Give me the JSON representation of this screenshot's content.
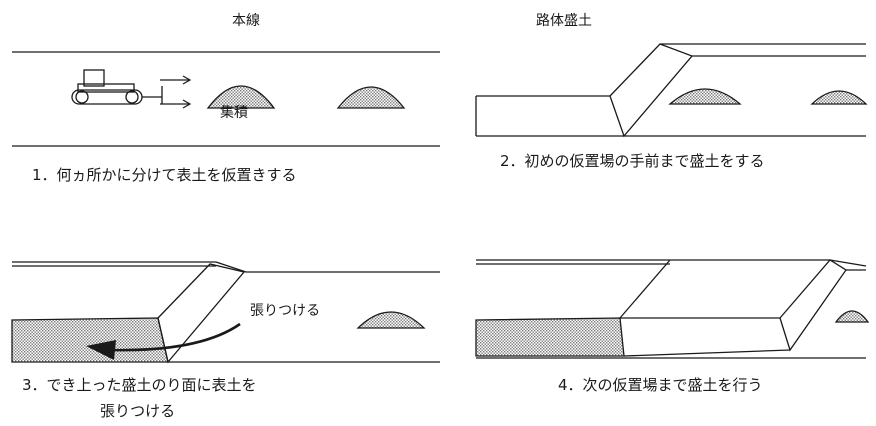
{
  "panels": [
    {
      "header": "本線",
      "caption": "1．何ヵ所かに分けて表土を仮置きする",
      "labels": [
        "集積"
      ]
    },
    {
      "header": "路体盛土",
      "caption": "2．初めの仮置場の手前まで盛土をする"
    },
    {
      "caption_line1": "3．でき上った盛土のり面に表土を",
      "caption_line2": "張りつける",
      "labels": [
        "張りつける"
      ]
    },
    {
      "caption": "4．次の仮置場まで盛土を行う"
    }
  ],
  "colors": {
    "ink": "#1a1a1a",
    "hatch": "#8a8a8a",
    "paper": "#ffffff"
  }
}
